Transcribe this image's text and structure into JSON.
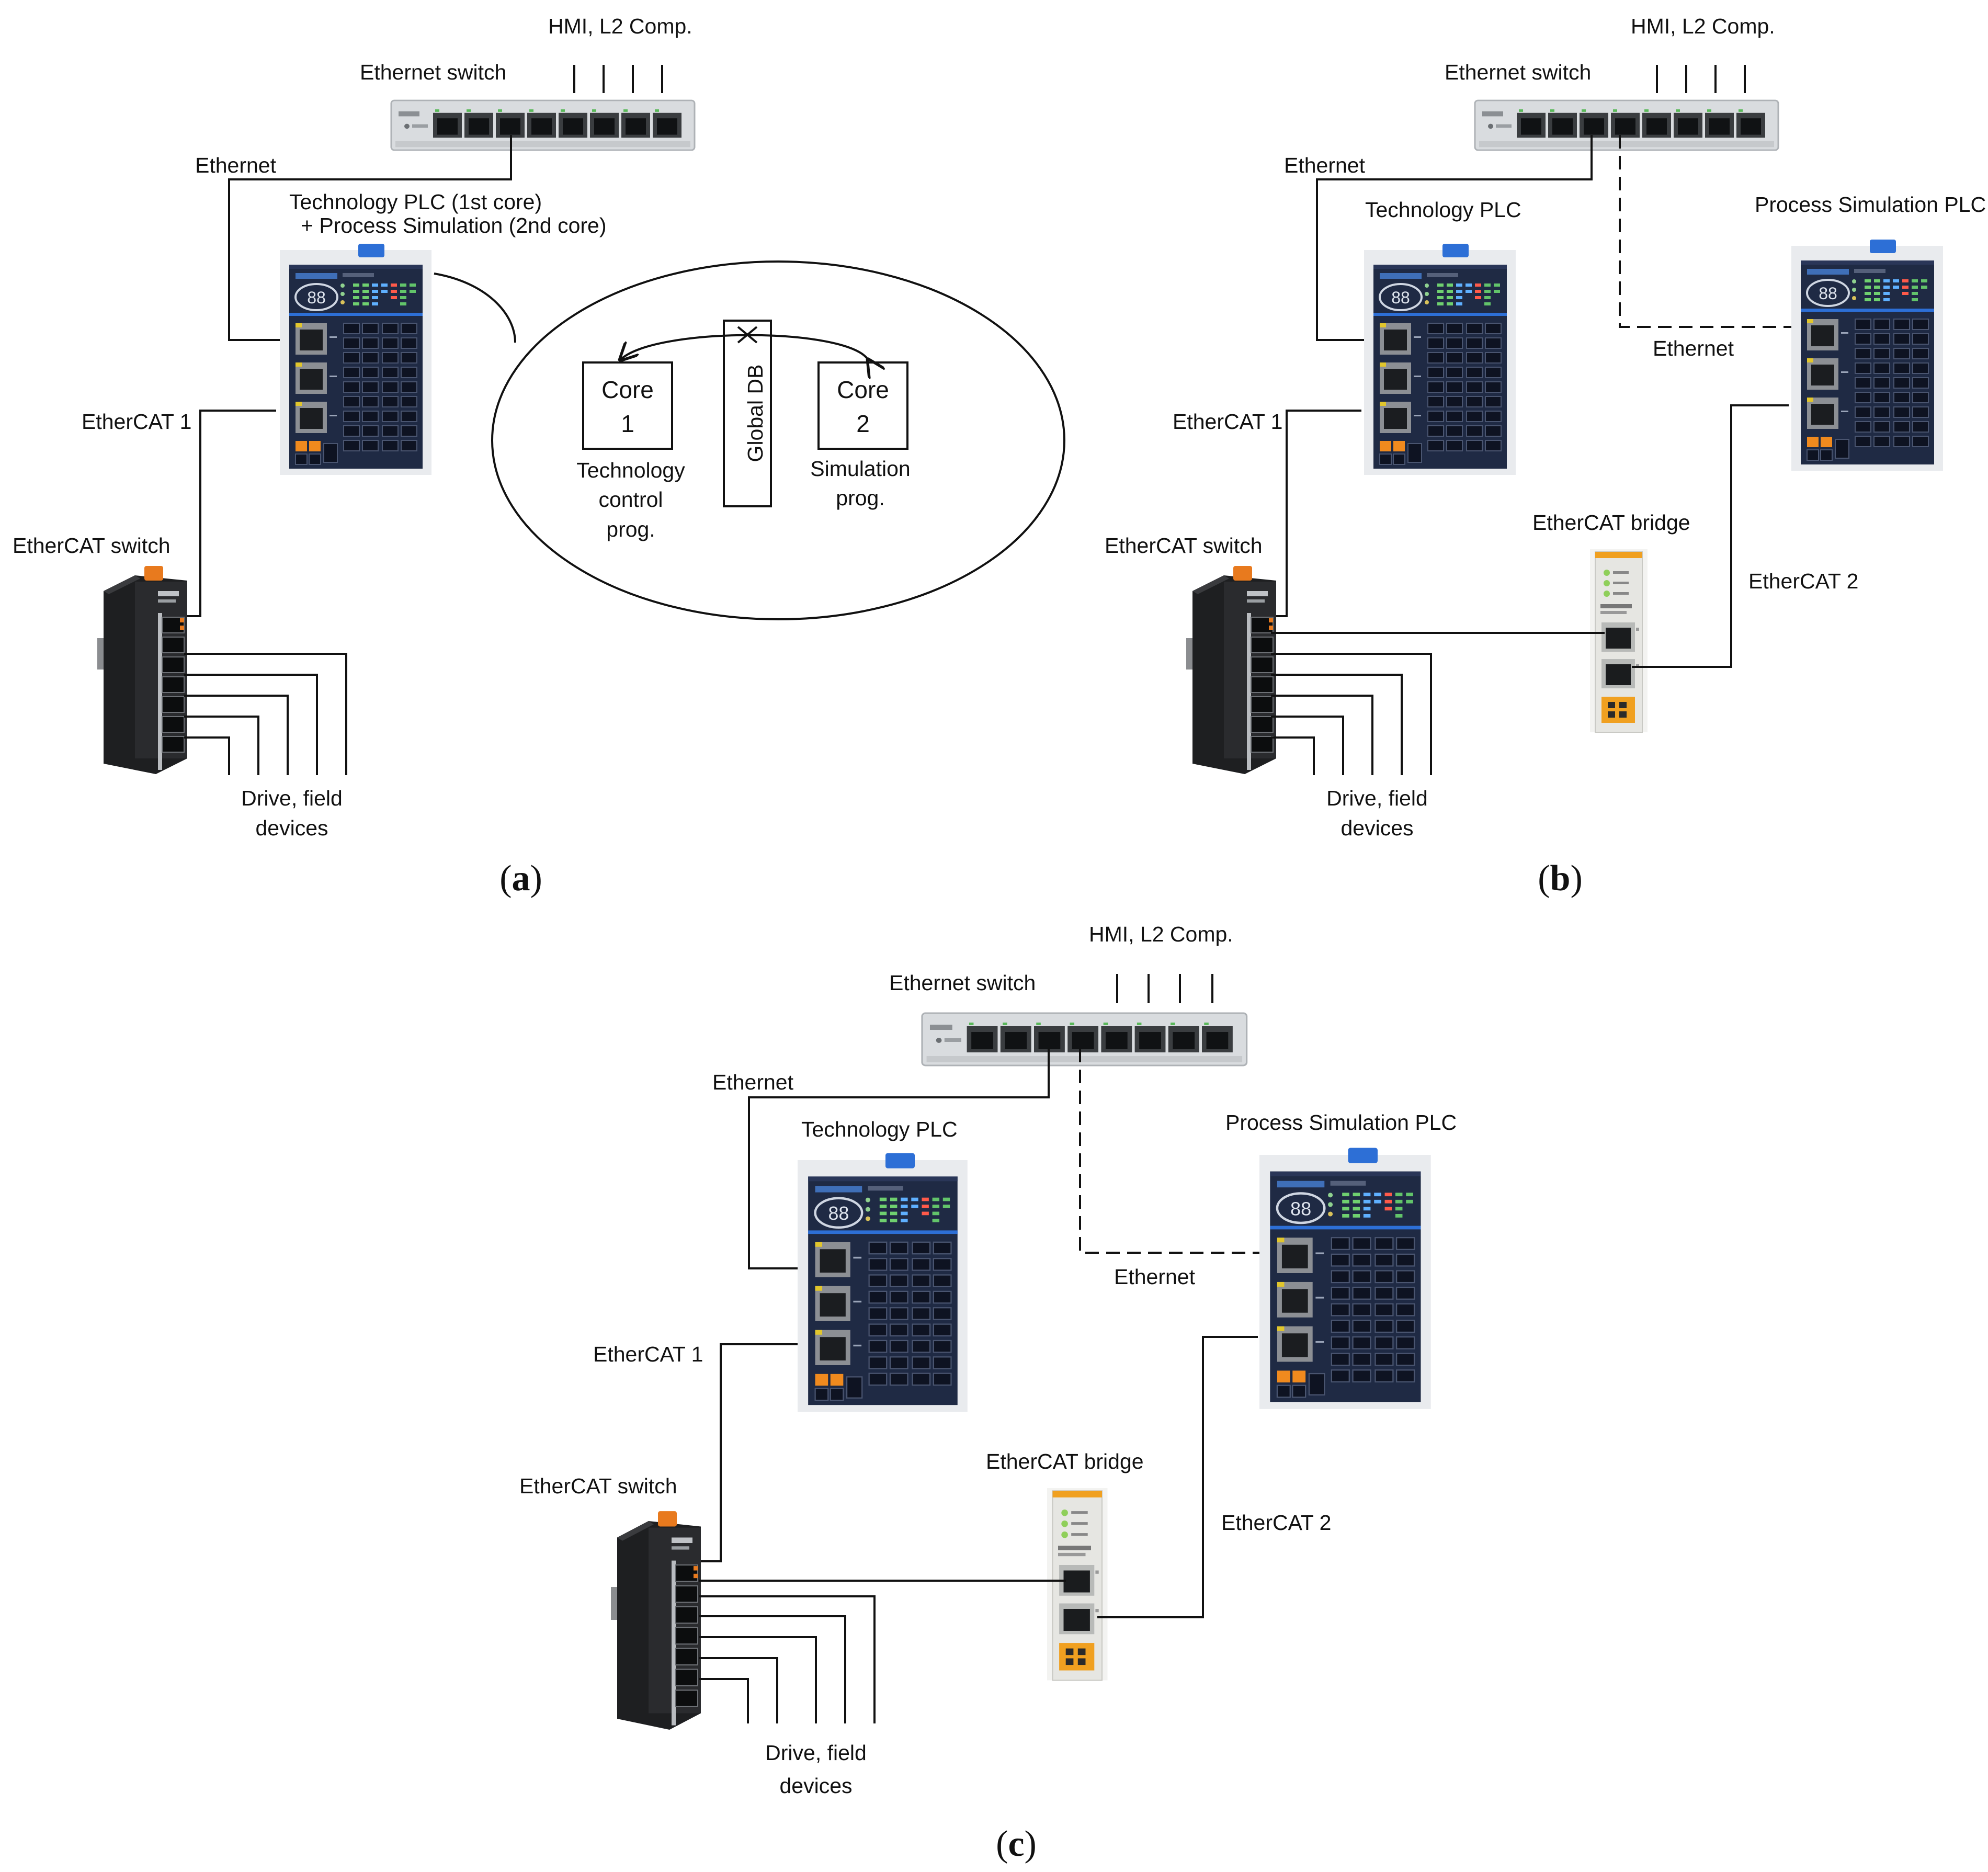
{
  "panel_a": {
    "caption_letter": "a",
    "hmi_label": "HMI, L2 Comp.",
    "ethernet_switch_label": "Ethernet switch",
    "ethernet_label": "Ethernet",
    "plc_label_line1": "Technology PLC (1st core)",
    "plc_label_line2": "+ Process Simulation (2nd core)",
    "ethercat1_label": "EtherCAT 1",
    "ethercat_switch_label": "EtherCAT switch",
    "field_devices_line1": "Drive, field",
    "field_devices_line2": "devices",
    "core1_line1": "Core",
    "core1_line2": "1",
    "core1_caption_line1": "Technology",
    "core1_caption_line2": "control",
    "core1_caption_line3": "prog.",
    "global_db_label": "Global DB",
    "core2_line1": "Core",
    "core2_line2": "2",
    "core2_caption_line1": "Simulation",
    "core2_caption_line2": "prog."
  },
  "panel_b": {
    "caption_letter": "b",
    "hmi_label": "HMI, L2 Comp.",
    "ethernet_switch_label": "Ethernet switch",
    "ethernet_label": "Ethernet",
    "plc_label": "Technology PLC",
    "sim_plc_label": "Process Simulation PLC",
    "ethernet2_label": "Ethernet",
    "ethercat1_label": "EtherCAT 1",
    "ethercat_switch_label": "EtherCAT switch",
    "bridge_label": "EtherCAT bridge",
    "ethercat2_label": "EtherCAT 2",
    "field_devices_line1": "Drive, field",
    "field_devices_line2": "devices"
  },
  "panel_c": {
    "caption_letter": "c",
    "hmi_label": "HMI, L2 Comp.",
    "ethernet_switch_label": "Ethernet switch",
    "ethernet_label": "Ethernet",
    "plc_label": "Technology PLC",
    "sim_plc_label": "Process Simulation PLC",
    "ethernet2_label": "Ethernet",
    "ethercat1_label": "EtherCAT 1",
    "ethercat_switch_label": "EtherCAT switch",
    "bridge_label": "EtherCAT bridge",
    "ethercat2_label": "EtherCAT 2",
    "field_devices_line1": "Drive, field",
    "field_devices_line2": "devices"
  },
  "device_colors": {
    "plc_body": "#1f2a44",
    "plc_accent": "#2d6fd6",
    "switch_body": "#2a2a2a",
    "switch_accent": "#e87a1e",
    "bridge_accent": "#f0a020",
    "eth_switch_body": "#d9dcdf"
  },
  "icons": [
    "ethernet-switch-icon",
    "plc-icon",
    "ethercat-switch-icon",
    "ethercat-bridge-icon"
  ]
}
